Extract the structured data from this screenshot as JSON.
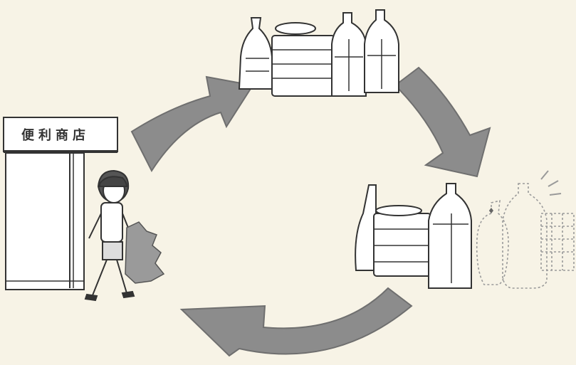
{
  "diagram": {
    "shop_sign": "便利商店",
    "colors": {
      "background": "#f7f3e6",
      "arrow_fill": "#8c8c8c",
      "arrow_stroke": "#6f6f6f",
      "line": "#333333",
      "dotted": "#9a9a9a"
    },
    "nodes": [
      {
        "id": "shop",
        "icon": "convenience-store-with-child-icon"
      },
      {
        "id": "full-containers",
        "icon": "beverage-containers-icon"
      },
      {
        "id": "used-containers",
        "icon": "used-containers-icon"
      },
      {
        "id": "discarded-containers",
        "icon": "dotted-outline-containers-icon"
      }
    ],
    "cycle": [
      "shop",
      "full-containers",
      "used-containers",
      "shop"
    ]
  }
}
